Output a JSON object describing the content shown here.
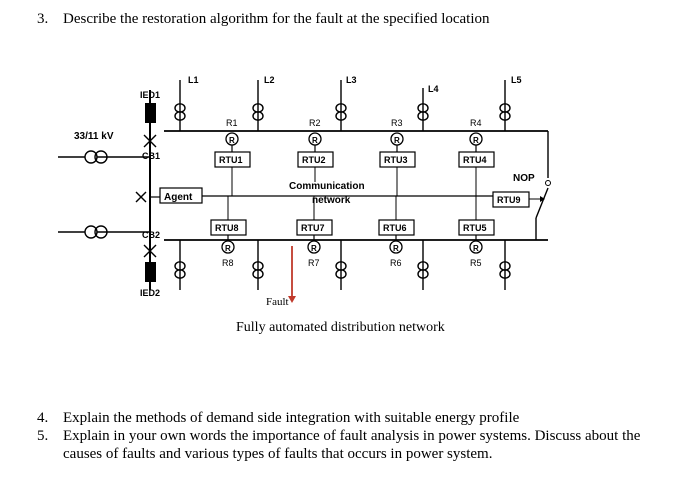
{
  "questions": [
    {
      "number": "3.",
      "text": "Describe the restoration algorithm for the fault at the specified location"
    },
    {
      "number": "4.",
      "text": "Explain the methods of demand side integration with suitable energy profile"
    },
    {
      "number": "5.",
      "text": "Explain in your own words the importance of fault analysis in power systems. Discuss about the causes of faults and various types of faults that occurs in power system."
    }
  ],
  "diagram": {
    "caption": "Fully automated distribution network",
    "source_label": "33/11 kV",
    "ieds": [
      "IED1",
      "IED2"
    ],
    "breakers": [
      "CB1",
      "CB2"
    ],
    "agent": "Agent",
    "comm_line1": "Communication",
    "comm_line2": "network",
    "nop": "NOP",
    "fault": "Fault",
    "loads": [
      "L1",
      "L2",
      "L3",
      "L4",
      "L5"
    ],
    "top_rtus": [
      "RTU1",
      "RTU2",
      "RTU3",
      "RTU4"
    ],
    "bottom_rtus": [
      "RTU8",
      "RTU7",
      "RTU6",
      "RTU5"
    ],
    "rtu9": "RTU9",
    "top_relays": [
      "R1",
      "R2",
      "R3",
      "R4"
    ],
    "bottom_relays": [
      "R8",
      "R7",
      "R6",
      "R5"
    ],
    "relay_symbol": "R",
    "colors": {
      "fault_line": "#c0392b",
      "ink": "#000000"
    }
  }
}
